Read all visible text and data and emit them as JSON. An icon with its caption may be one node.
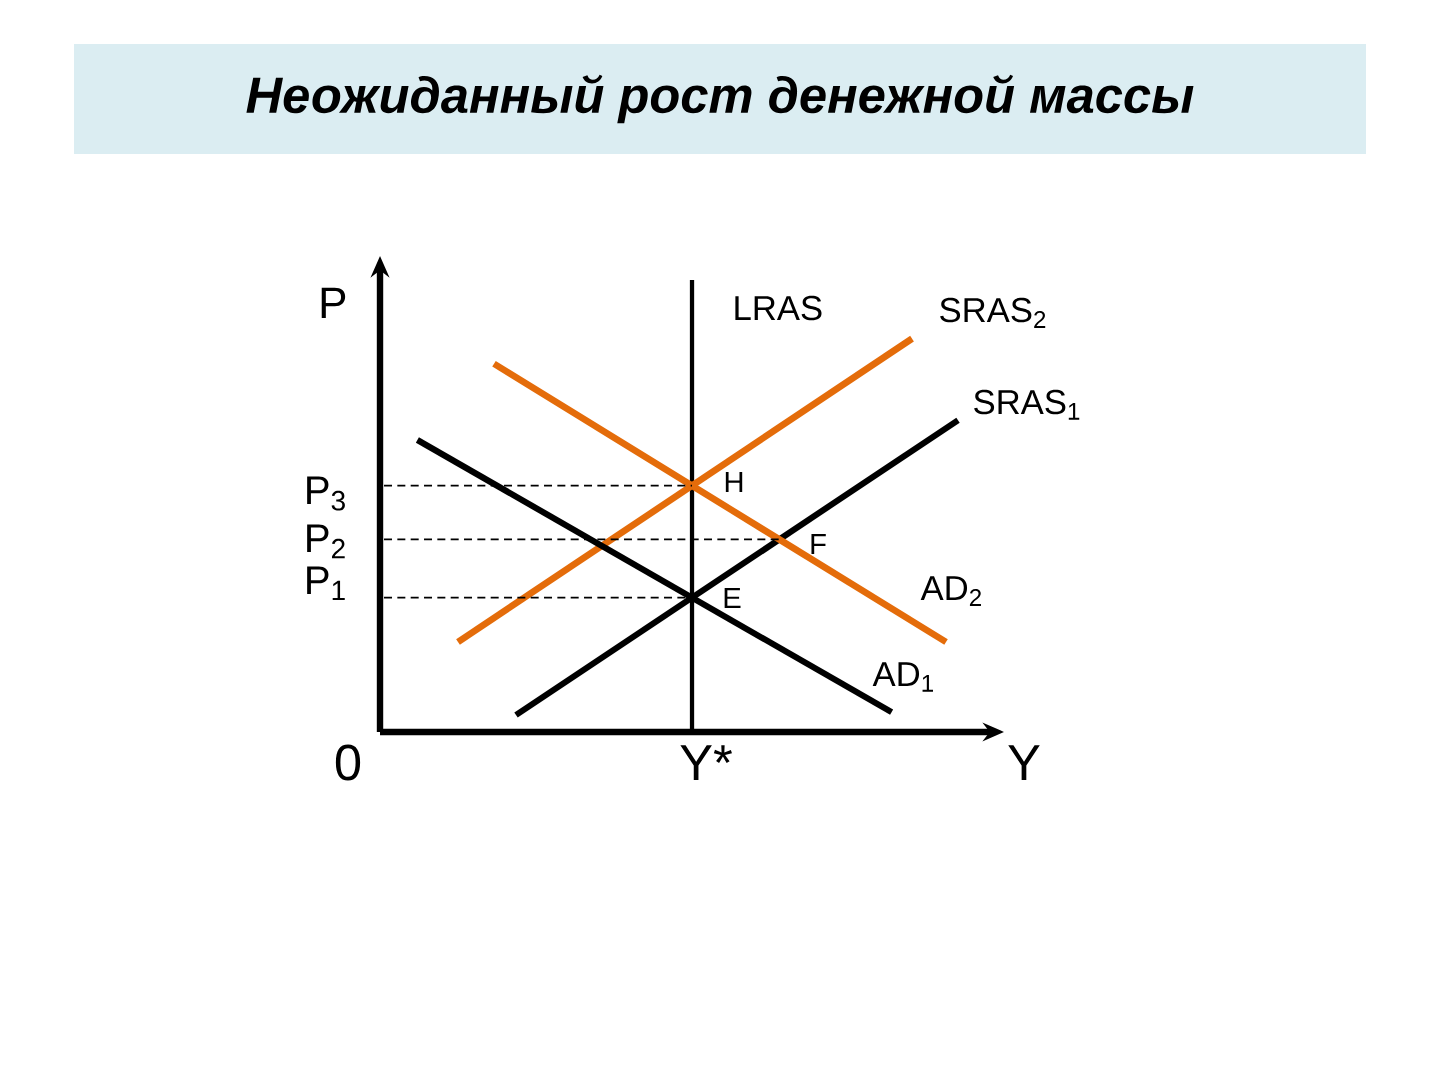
{
  "diagram": {
    "title": "Неожиданный рост денежной массы",
    "labels": [
      "P",
      "LRAS",
      "SRAS$_{2}$",
      "SRAS$_{1}$",
      "P$_{3}$",
      "H",
      "P$_{2}$",
      "F",
      "P$_{1}$",
      "E",
      "AD$_{2}$",
      "AD$_{1}$",
      "0",
      "Y*",
      "Y"
    ]
  }
}
